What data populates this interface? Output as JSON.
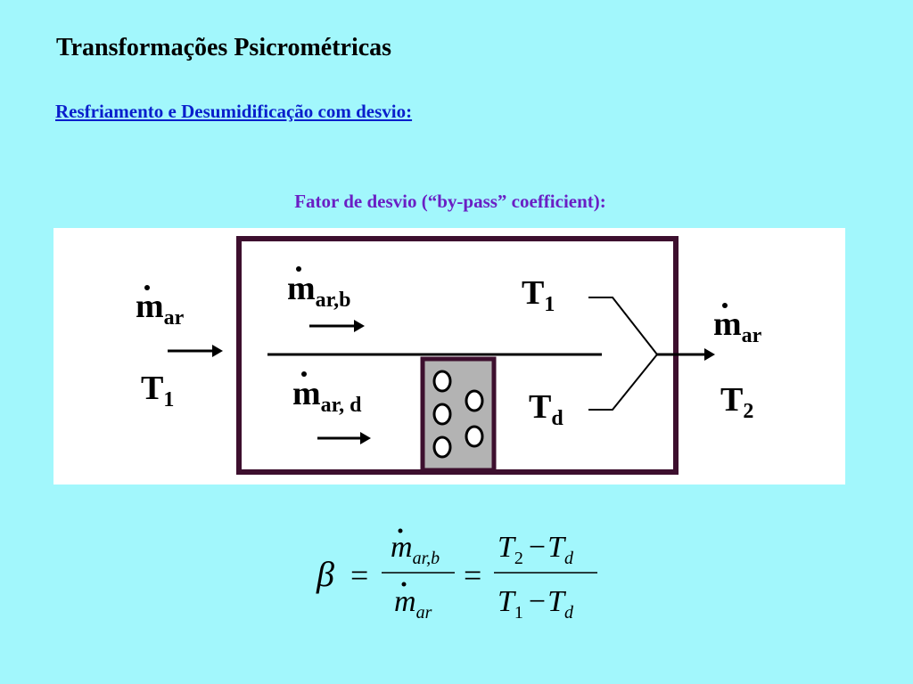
{
  "page": {
    "title": "Transformações Psicrométricas",
    "subtitle": "Resfriamento e Desumidificação com desvio:",
    "caption": "Fator de desvio (“by-pass” coefficient):"
  },
  "diagram": {
    "inlet": {
      "flow_sub": "ar",
      "temp_sub": "1"
    },
    "bypass": {
      "flow_sub": "ar,b",
      "temp_sub": "1"
    },
    "coil": {
      "flow_sub": "ar, d",
      "temp_sub": "d"
    },
    "outlet": {
      "flow_sub": "ar",
      "temp_sub": "2"
    }
  },
  "formula": {
    "beta": "β",
    "equals": "=",
    "minus": "−",
    "m_symbol": "m",
    "t_symbol": "T",
    "num1_sub": "ar,b",
    "den1_sub": "ar",
    "num2_sub_a": "2",
    "num2_sub_b": "d",
    "den2_sub_a": "1",
    "den2_sub_b": "d"
  },
  "colors": {
    "background": "#a2f7fc",
    "subtitle": "#0a1fcc",
    "caption": "#6a1fc4",
    "frame": "#3d0f2e",
    "coil_fill": "#b3b3b3"
  }
}
